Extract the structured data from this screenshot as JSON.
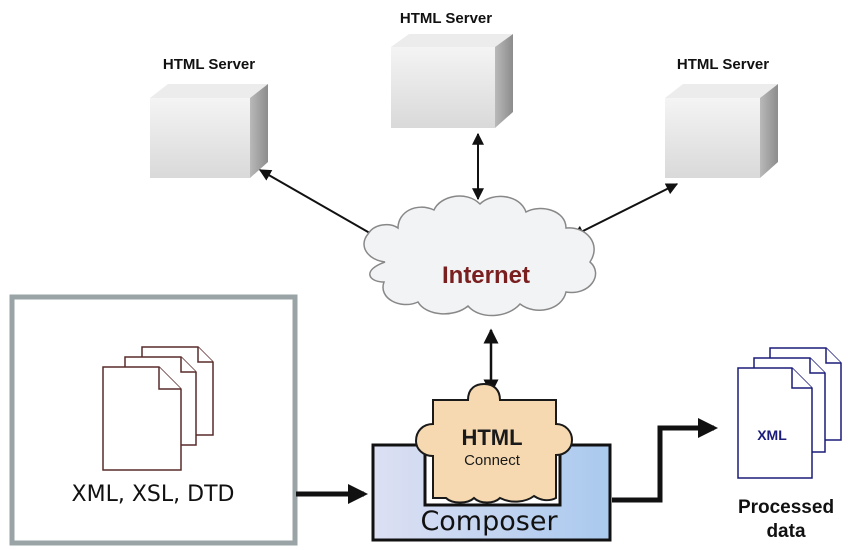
{
  "servers": [
    {
      "label": "HTML Server"
    },
    {
      "label": "HTML Server"
    },
    {
      "label": "HTML Server"
    }
  ],
  "internet": {
    "label": "Internet"
  },
  "sources": {
    "label": "XML, XSL, DTD"
  },
  "connector": {
    "title": "HTML",
    "subtitle": "Connect"
  },
  "composer": {
    "label": "Composer"
  },
  "output": {
    "doc_label": "XML",
    "label_line1": "Processed",
    "label_line2": "data"
  },
  "colors": {
    "internet_text": "#7a1f1f",
    "connector_fill": "#f6d9b0",
    "composer_fill_start": "#dde0f3",
    "composer_fill_end": "#a9c9ee",
    "source_doc_stroke": "#5a2b2b",
    "output_doc_stroke": "#1b1b7a",
    "frame_stroke": "#9aa3a6"
  }
}
